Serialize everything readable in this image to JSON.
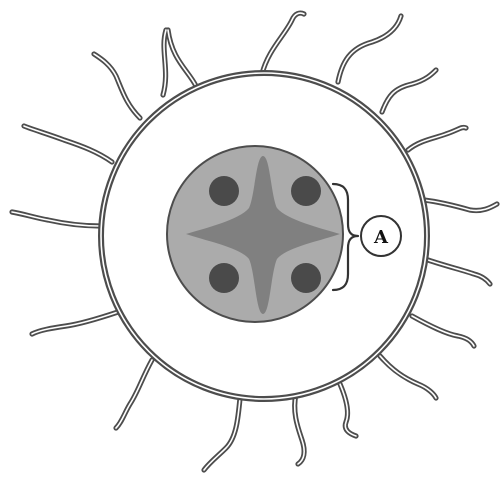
{
  "diagram": {
    "callout_label": "A",
    "colors": {
      "outline": "#4d4d4d",
      "capsule_fill": "#ffffff",
      "cytoplasm_fill": "#ababab",
      "cross_fill": "#808080",
      "granule_fill": "#4a4a4a"
    },
    "icons": [
      "cell-body",
      "hair-appendage",
      "cross-structure",
      "granule",
      "bracket"
    ]
  }
}
